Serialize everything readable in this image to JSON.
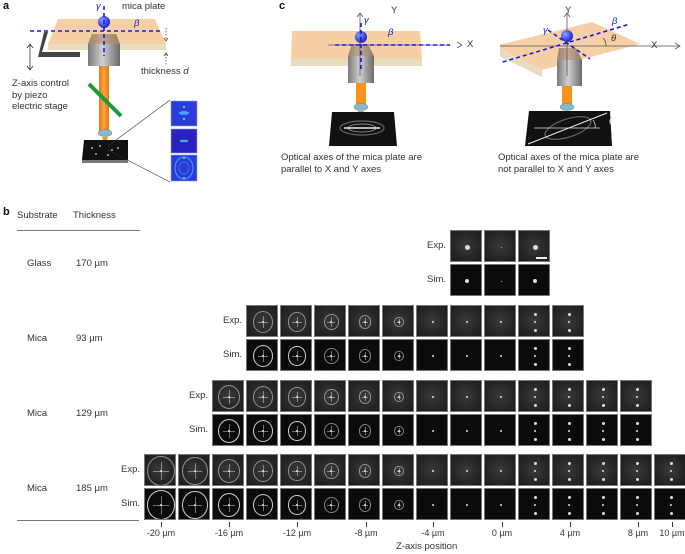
{
  "panels": {
    "a": {
      "label": "a",
      "mica_plate": "mica plate",
      "gamma": "γ",
      "beta": "β",
      "thickness": "thickness",
      "thickness_var": "d",
      "zaxis_lines": [
        "Z-axis control",
        "by piezo",
        "electric stage"
      ]
    },
    "b": {
      "label": "b",
      "headers": {
        "substrate": "Substrate",
        "thickness": "Thickness"
      },
      "rows": [
        {
          "substrate": "Glass",
          "thickness": "170 µm",
          "tiles": 3,
          "start_col": 9
        },
        {
          "substrate": "Mica",
          "thickness": "93 µm",
          "tiles": 10,
          "start_col": 3
        },
        {
          "substrate": "Mica",
          "thickness": "129 µm",
          "tiles": 13,
          "start_col": 2
        },
        {
          "substrate": "Mica",
          "thickness": "185 µm",
          "tiles": 16,
          "start_col": 0
        }
      ],
      "row_labels": {
        "exp": "Exp.",
        "sim": "Sim."
      },
      "x_ticks": [
        "-20 µm",
        "-16 µm",
        "-12 µm",
        "-8 µm",
        "-4 µm",
        "0 µm",
        "4 µm",
        "8 µm",
        "10 µm"
      ],
      "x_axis_label": "Z-axis position"
    },
    "c": {
      "label": "c",
      "left": {
        "y_axis": "Y",
        "x_axis": "X",
        "gamma": "γ",
        "beta": "β",
        "caption_lines": [
          "Optical axes of the mica plate are",
          "parallel to X and Y axes"
        ]
      },
      "right": {
        "y_axis": "Y",
        "x_axis": "X",
        "gamma": "γ",
        "beta": "β",
        "theta": "θ",
        "caption_lines": [
          "Optical axes of the mica plate are",
          "not parallel to X and Y axes"
        ]
      }
    }
  },
  "colors": {
    "mica": "#f6cfa6",
    "axis_dashes": "#1a1adf",
    "beam": "#f7931e",
    "mirror": "#1a9a3a",
    "ball": "#1a2fe0"
  }
}
